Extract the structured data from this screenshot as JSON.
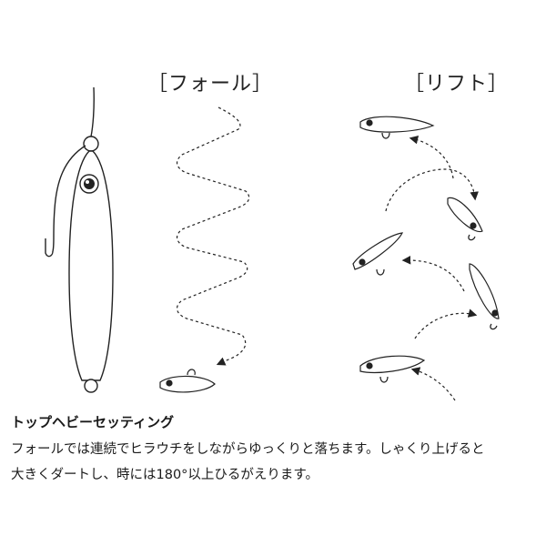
{
  "labels": {
    "fall": "［フォール］",
    "lift": "［リフト］"
  },
  "text": {
    "heading": "トップヘビーセッティング",
    "description_line1": "フォールでは連続でヒラウチをしながらゆっくりと落ちます。しゃくり上げると",
    "description_line2": "大きくダートし、時には180°以上ひるがえります。"
  },
  "icons": {
    "jig": "metal-jig-lure",
    "eye": "lure-eye",
    "hook": "treble-hook",
    "arrow": "motion-arrow"
  },
  "colors": {
    "line": "#222222",
    "background": "#ffffff"
  }
}
